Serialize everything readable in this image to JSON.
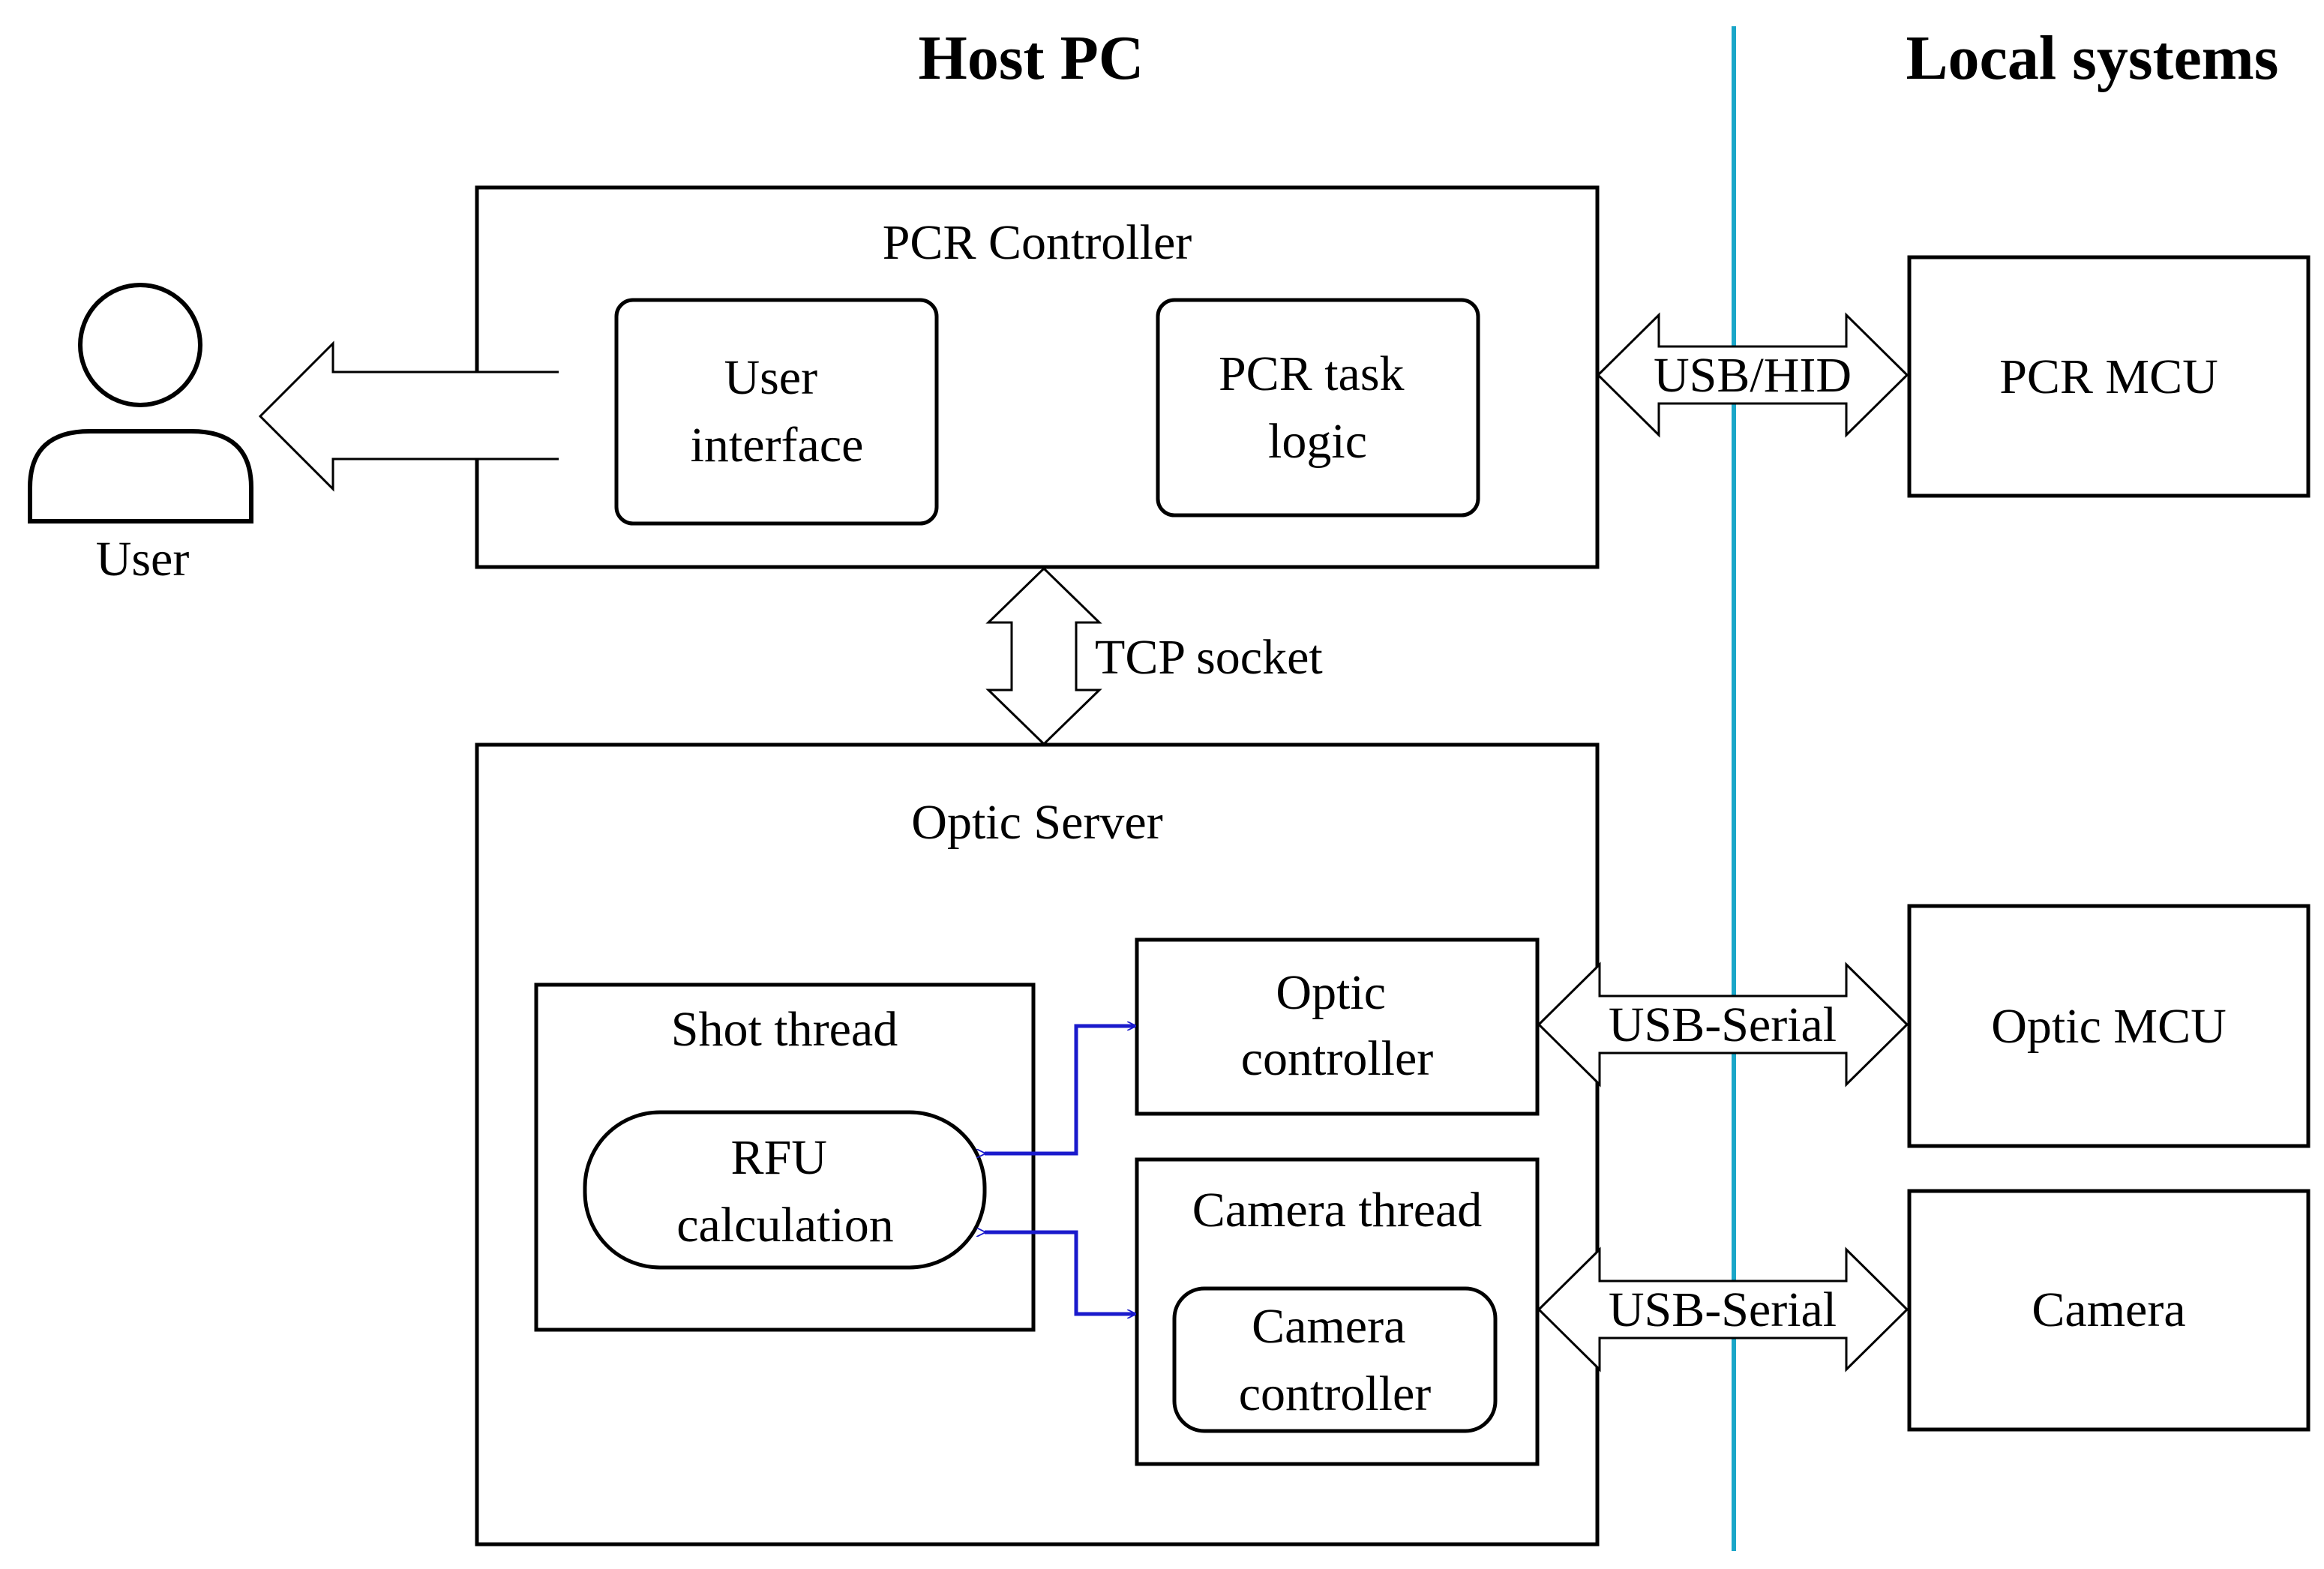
{
  "headers": {
    "host": "Host PC",
    "local": "Local systems"
  },
  "user": {
    "label": "User"
  },
  "pcr_controller": {
    "title": "PCR Controller",
    "user_interface": [
      "User",
      "interface"
    ],
    "task_logic": [
      "PCR task",
      "logic"
    ]
  },
  "optic_server": {
    "title": "Optic Server",
    "shot_thread": "Shot thread",
    "rfu": [
      "RFU",
      "calculation"
    ],
    "optic_controller": [
      "Optic",
      "controller"
    ],
    "camera_thread": "Camera thread",
    "camera_controller": [
      "Camera",
      "controller"
    ]
  },
  "links": {
    "tcp": "TCP socket",
    "usb_hid": "USB/HID",
    "usb_serial_optic": "USB-Serial",
    "usb_serial_camera": "USB-Serial"
  },
  "local_systems": {
    "pcr_mcu": "PCR MCU",
    "optic_mcu": "Optic MCU",
    "camera": "Camera"
  },
  "colors": {
    "divider": "#1aa6c8",
    "inner_arrows": "#1a1acc"
  }
}
